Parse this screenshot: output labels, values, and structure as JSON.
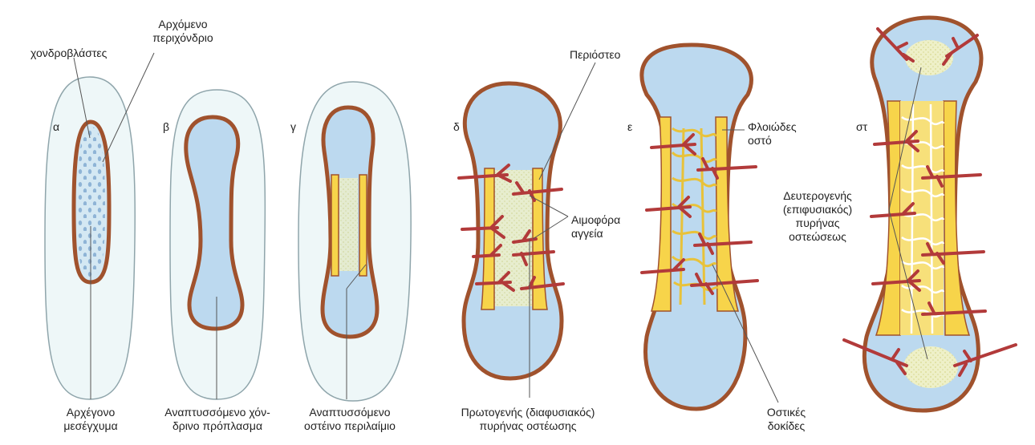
{
  "stages": {
    "a": "α",
    "b": "β",
    "c": "γ",
    "d": "δ",
    "e": "ε",
    "f": "στ"
  },
  "labels": {
    "chondroblasts": "χονδροβλάστες",
    "perichondrium_1": "Αρχόμενο",
    "perichondrium_2": "περιχόνδριο",
    "mesenchyme_1": "Αρχέγονο",
    "mesenchyme_2": "μεσέγχυμα",
    "cartilage_1": "Αναπτυσσόμενο χόν-",
    "cartilage_2": "δρινο πρόπλασμα",
    "bone_collar_1": "Αναπτυσσόμενο",
    "bone_collar_2": "οστέινο περιλαίμιο",
    "periosteum": "Περιόστεο",
    "vessels_1": "Αιμοφόρα",
    "vessels_2": "αγγεία",
    "primary_1": "Πρωτογενής (διαφυσιακός)",
    "primary_2": "πυρήνας οστέωσης",
    "cortical_1": "Φλοιώδες",
    "cortical_2": "οστό",
    "trabeculae_1": "Οστικές",
    "trabeculae_2": "δοκίδες",
    "secondary_1": "Δευτερογενής",
    "secondary_2": "(επιφυσιακός)",
    "secondary_3": "πυρήνας",
    "secondary_4": "οστεώσεως"
  },
  "colors": {
    "mesenchyme": "#eef7f8",
    "outline_grey": "#8fa5ab",
    "cartilage": "#bcd9ef",
    "perichondrium": "#a0522d",
    "bone": "#f7d44a",
    "vessel": "#b23a3a",
    "marrow": "#f0f0c8",
    "leader": "#555555"
  }
}
